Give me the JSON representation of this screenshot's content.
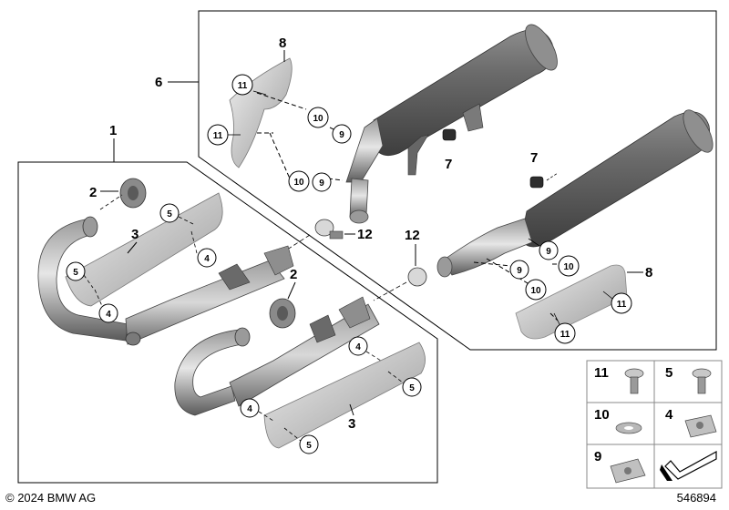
{
  "copyright": "© 2024 BMW AG",
  "diagram_number": "546894",
  "group_labels": {
    "group_1": "1",
    "group_6": "6"
  },
  "parts": {
    "p2a": "2",
    "p2b": "2",
    "p3a": "3",
    "p3b": "3",
    "p7a": "7",
    "p7b": "7",
    "p8a": "8",
    "p8b": "8",
    "p12a": "12",
    "p12b": "12"
  },
  "callouts": {
    "c11a": "11",
    "c11b": "11",
    "c11c": "11",
    "c11d": "11",
    "c10a": "10",
    "c10b": "10",
    "c10c": "10",
    "c10d": "10",
    "c9a": "9",
    "c9b": "9",
    "c9c": "9",
    "c9d": "9",
    "c5a": "5",
    "c5b": "5",
    "c5c": "5",
    "c5d": "5",
    "c4a": "4",
    "c4b": "4",
    "c4c": "4",
    "c4d": "4"
  },
  "legend": {
    "items": [
      {
        "label": "11",
        "icon": "torx-screw-icon"
      },
      {
        "label": "5",
        "icon": "torx-screw-icon"
      },
      {
        "label": "10",
        "icon": "washer-icon"
      },
      {
        "label": "4",
        "icon": "speed-nut-icon"
      },
      {
        "label": "9",
        "icon": "speed-nut-icon"
      },
      {
        "label": "",
        "icon": "arrow-icon"
      }
    ]
  },
  "colors": {
    "line": "#000000",
    "pipe_dark": "#6f6f6f",
    "pipe_light": "#bdbdbd",
    "heat_shield": "#d6d6d6",
    "muffler": "#707070"
  }
}
